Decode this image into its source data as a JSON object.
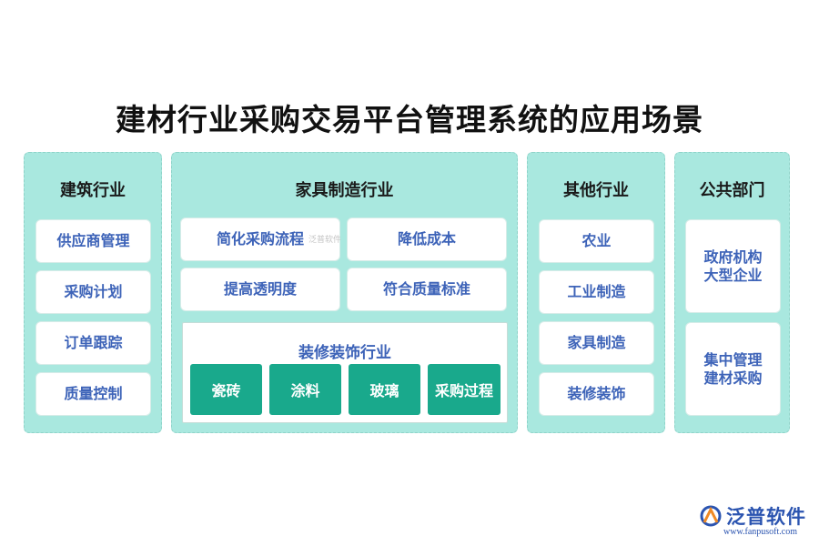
{
  "title": "建材行业采购交易平台管理系统的应用场景",
  "panels": {
    "construction": {
      "title": "建筑行业",
      "items": [
        "供应商管理",
        "采购计划",
        "订单跟踪",
        "质量控制"
      ]
    },
    "furniture": {
      "title": "家具制造行业",
      "items": [
        "简化采购流程",
        "降低成本",
        "提高透明度",
        "符合质量标准"
      ],
      "watermark": "泛普软件",
      "decoration": {
        "title": "装修装饰行业",
        "items": [
          "瓷砖",
          "涂料",
          "玻璃",
          "采购过程"
        ]
      }
    },
    "other": {
      "title": "其他行业",
      "items": [
        "农业",
        "工业制造",
        "家具制造",
        "装修装饰"
      ]
    },
    "public": {
      "title": "公共部门",
      "items": [
        [
          "政府机构",
          "大型企业"
        ],
        [
          "集中管理",
          "建材采购"
        ]
      ]
    }
  },
  "brand": {
    "name": "泛普软件",
    "url": "www.fanpusoft.com"
  },
  "colors": {
    "panel": "#a9e8df",
    "box_text": "#3d63b8",
    "teal": "#19a98c"
  }
}
